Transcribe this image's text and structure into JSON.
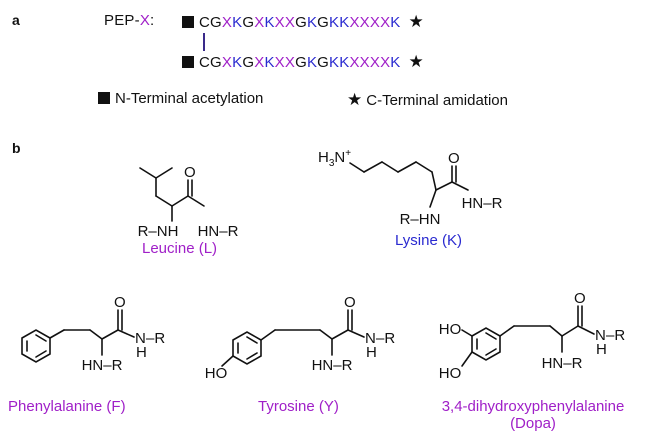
{
  "panel_a": {
    "label": "a",
    "pep_prefix": "PEP-",
    "pep_x": "X",
    "pep_colon": ":",
    "sequence_tokens": [
      {
        "t": "CG",
        "c": "gray"
      },
      {
        "t": "X",
        "c": "mag"
      },
      {
        "t": "K",
        "c": "blue"
      },
      {
        "t": "G",
        "c": "gray"
      },
      {
        "t": "X",
        "c": "mag"
      },
      {
        "t": "K",
        "c": "blue"
      },
      {
        "t": "XX",
        "c": "mag"
      },
      {
        "t": "G",
        "c": "gray"
      },
      {
        "t": "K",
        "c": "blue"
      },
      {
        "t": "G",
        "c": "gray"
      },
      {
        "t": "KK",
        "c": "blue"
      },
      {
        "t": "XXXX",
        "c": "mag"
      },
      {
        "t": "K",
        "c": "blue"
      }
    ],
    "legend_n": "N-Terminal acetylation",
    "legend_c": "C-Terminal amidation"
  },
  "panel_b": {
    "label": "b",
    "leucine": {
      "name": "Leucine (L)",
      "nh_left": "R–NH",
      "nh_right": "HN–R",
      "o": "O"
    },
    "lysine": {
      "name": "Lysine (K)",
      "h3n": "H",
      "h3n_sub": "3",
      "h3n_n": "N",
      "h3n_sup": "+",
      "nh_left": "R–HN",
      "nh_right": "HN–R",
      "o": "O"
    },
    "phenylalanine": {
      "name": "Phenylalanine (F)",
      "o": "O",
      "n": "N",
      "h": "H",
      "r": "–R",
      "hn": "HN–R"
    },
    "tyrosine": {
      "name": "Tyrosine (Y)",
      "o": "O",
      "n": "N",
      "h": "H",
      "r": "–R",
      "hn": "HN–R",
      "ho": "HO"
    },
    "dopa": {
      "name": "3,4-dihydroxyphenylalanine",
      "name2": "(Dopa)",
      "o": "O",
      "n": "N",
      "h": "H",
      "r": "–R",
      "hn": "HN–R",
      "ho1": "HO",
      "ho2": "HO"
    }
  },
  "colors": {
    "magenta": "#a020c8",
    "blue": "#2a2ad0",
    "black": "#111111"
  }
}
